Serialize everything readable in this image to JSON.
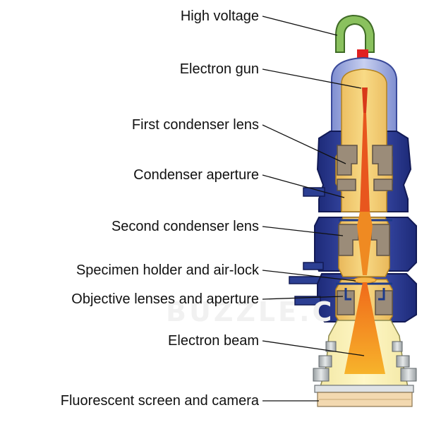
{
  "labels": {
    "high_voltage": "High voltage",
    "electron_gun": "Electron gun",
    "first_condenser_lens": "First condenser lens",
    "condenser_aperture": "Condenser aperture",
    "second_condenser_lens": "Second condenser lens",
    "specimen_holder": "Specimen holder and air-lock",
    "objective_lenses": "Objective lenses and aperture",
    "electron_beam": "Electron beam",
    "fluorescent_screen": "Fluorescent screen and camera"
  },
  "watermark": "BUZZLE.C",
  "colors": {
    "column_blue": "#2c3f93",
    "column_blue_dark": "#1a266b",
    "inner_yellow": "#f3cf72",
    "lens_brown": "#9b8c79",
    "beam_orange": "#f0a020",
    "beam_red": "#e84b1c",
    "cable_green": "#8ac15e"
  }
}
